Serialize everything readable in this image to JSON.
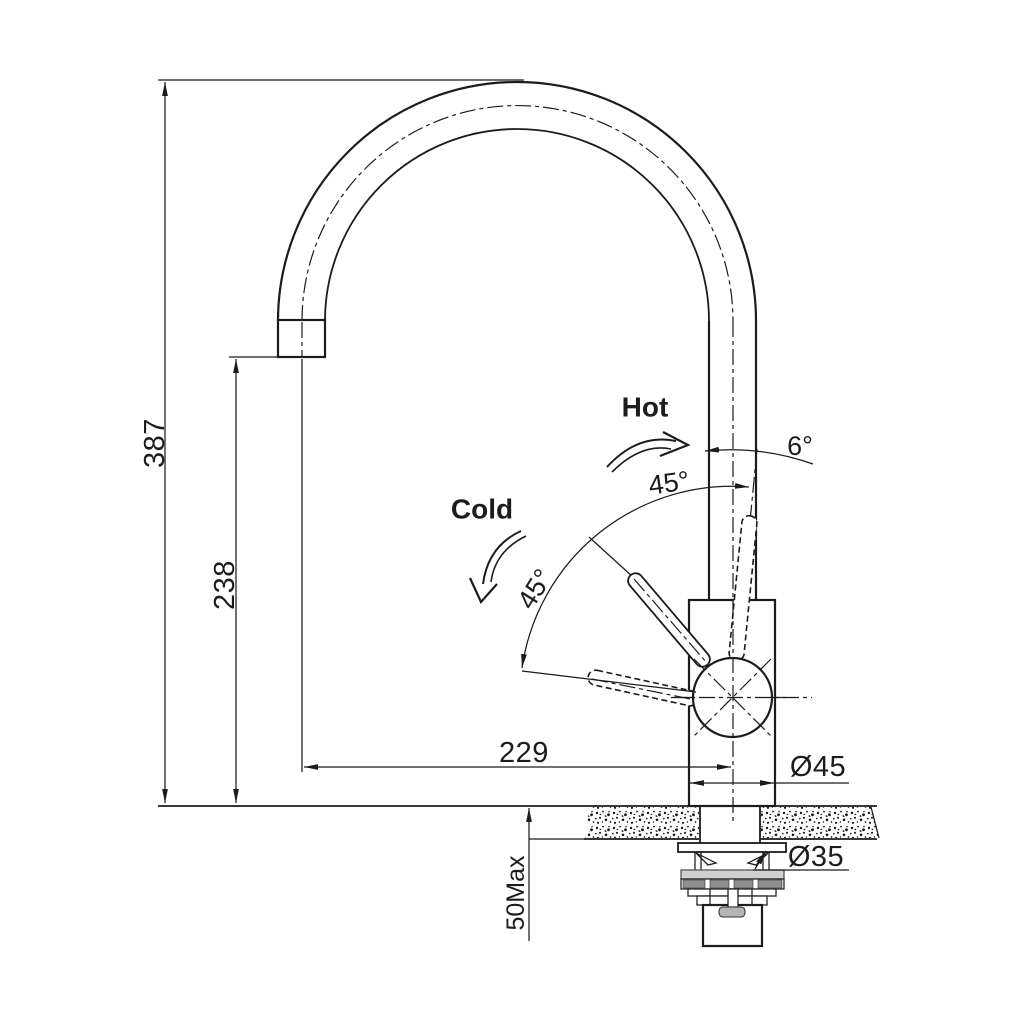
{
  "drawing": {
    "labels": {
      "hot": "Hot",
      "cold": "Cold"
    },
    "dimensions": {
      "overall_height": "387",
      "outlet_height": "238",
      "spout_reach": "229",
      "body_diameter": "Ø45",
      "shank_diameter": "Ø35",
      "max_mount_thickness": "50Max",
      "handle_tilt": "6°",
      "handle_arc_upper": "45°",
      "handle_arc_lower": "45°"
    },
    "colors": {
      "line": "#1c1c1c",
      "background": "#ffffff",
      "hardware_dark": "#8f8f8f",
      "hardware_light": "#d0d0d0"
    }
  }
}
